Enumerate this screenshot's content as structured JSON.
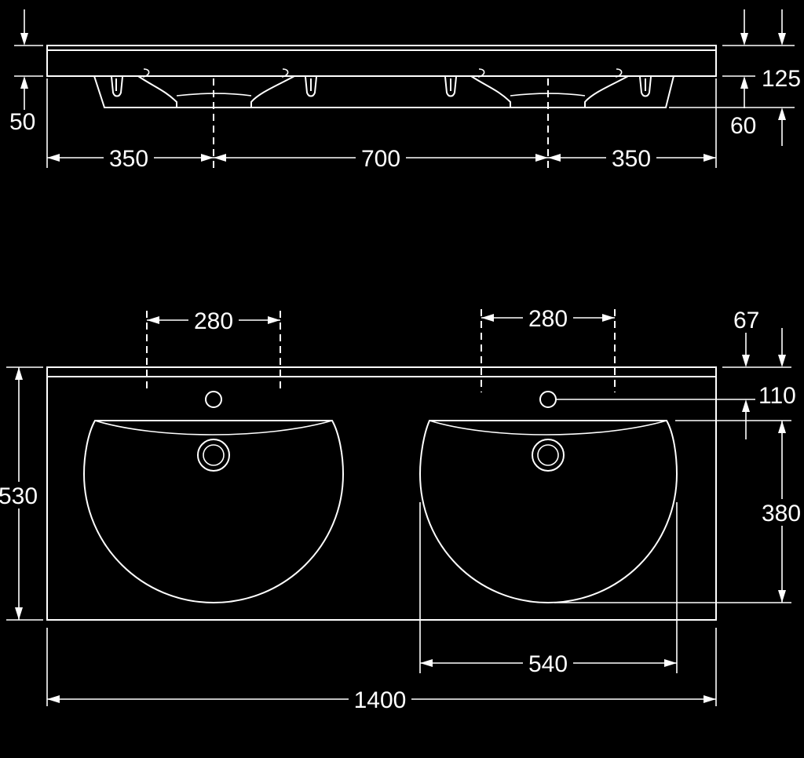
{
  "dimensions": {
    "top_view": {
      "total_height": "125",
      "front_drop": "50",
      "bowl_depth": "60",
      "edge_left": "350",
      "center_distance": "700",
      "edge_right": "350"
    },
    "plan_view": {
      "tap_hole_spacing_left": "280",
      "tap_hole_spacing_right": "280",
      "back_offset": "67",
      "tap_hole_offset": "110",
      "bowl_length": "380",
      "depth": "530",
      "bowl_width": "540",
      "total_width": "1400"
    }
  },
  "colors": {
    "background": "#000000",
    "lines": "#ffffff"
  }
}
